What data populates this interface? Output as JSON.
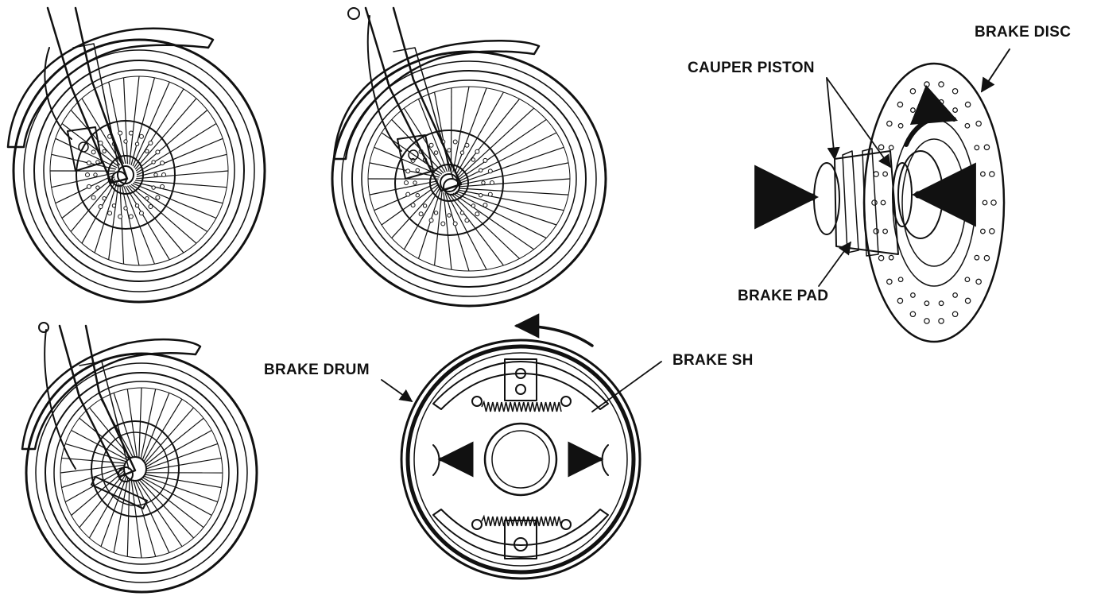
{
  "labels": {
    "brake_disc": "BRAKE DISC",
    "caliper_piston": "CAUPER PISTON",
    "brake_pad": "BRAKE PAD",
    "brake_drum": "BRAKE DRUM",
    "brake_shoe": "BRAKE SH"
  },
  "colors": {
    "ink": "#111111",
    "paper": "#ffffff"
  },
  "icons": {
    "wheel_disc_front": "disc-brake-wheel-icon",
    "wheel_disc_alt": "disc-brake-wheel-icon",
    "wheel_drum": "drum-brake-wheel-icon",
    "disc_assembly": "disc-caliper-assembly-icon",
    "drum_assembly": "drum-brake-assembly-icon"
  }
}
